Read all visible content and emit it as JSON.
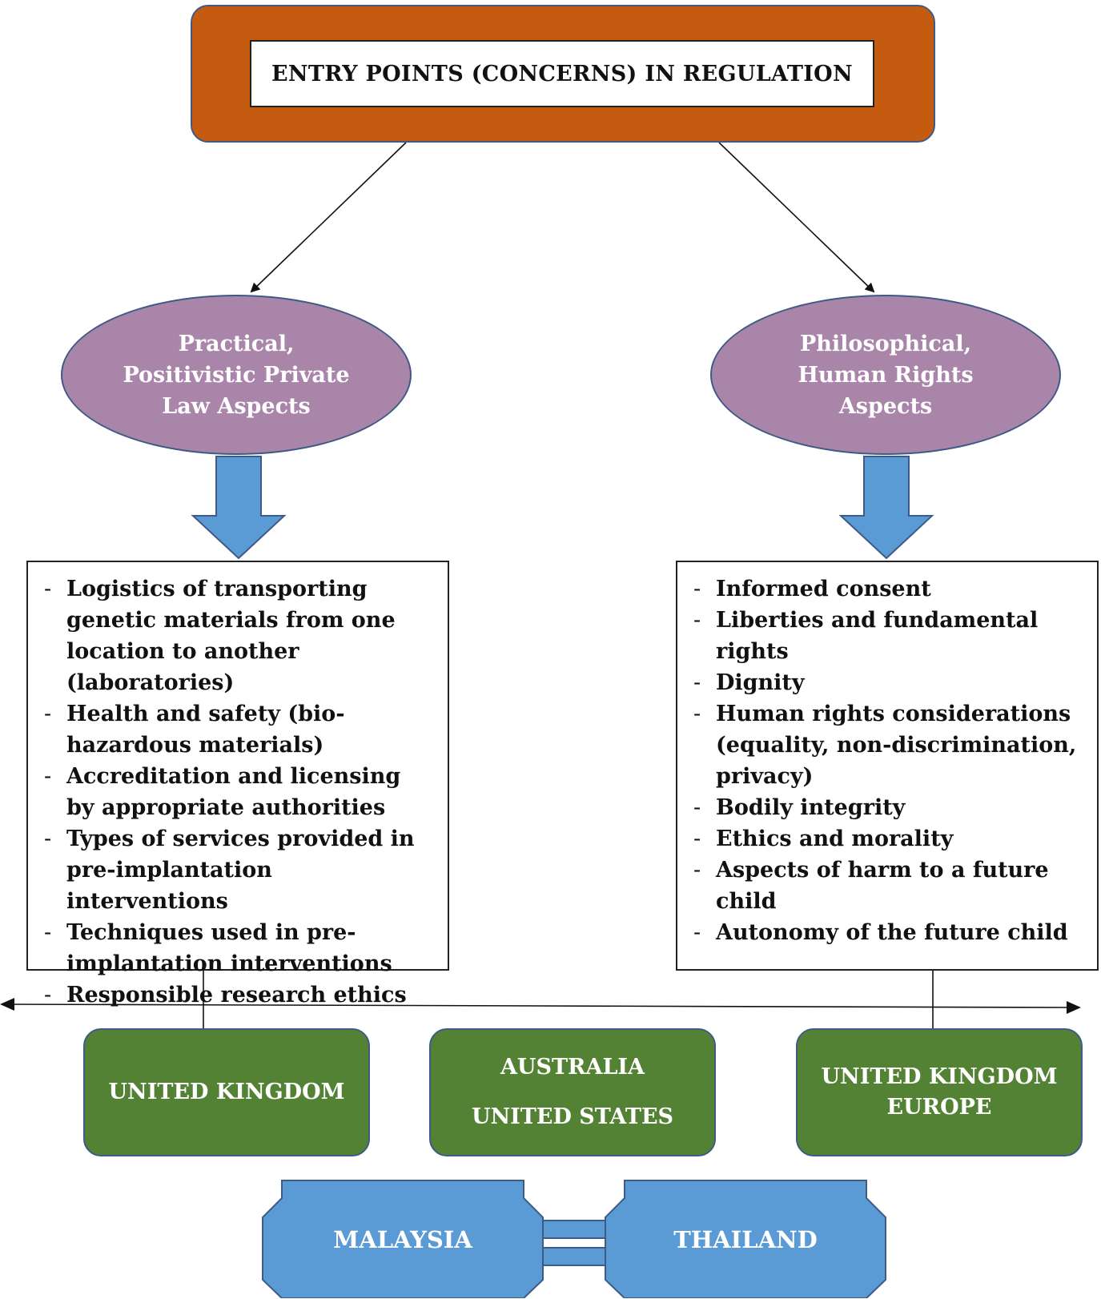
{
  "header": {
    "title": "ENTRY POINTS (CONCERNS) IN REGULATION"
  },
  "left": {
    "heading": [
      "Practical,",
      "Positivistic Private",
      "Law Aspects"
    ],
    "items": [
      "Logistics of transporting genetic materials from one location to another (laboratories)",
      "Health and safety (bio-hazardous materials)",
      "Accreditation and licensing by appropriate authorities",
      "Types of services provided in pre-implantation interventions",
      "Techniques used in pre-implantation interventions",
      "Responsible research ethics"
    ]
  },
  "right": {
    "heading": [
      "Philosophical,",
      "Human Rights",
      "Aspects"
    ],
    "items": [
      "Informed consent",
      "Liberties and fundamental rights",
      "Dignity",
      "Human rights considerations (equality, non-discrimination, privacy)",
      "Bodily integrity",
      "Ethics and morality",
      "Aspects of harm to a future child",
      "Autonomy of the future child"
    ]
  },
  "countries": {
    "box1": [
      "UNITED KINGDOM"
    ],
    "box2": [
      "AUSTRALIA",
      "UNITED STATES"
    ],
    "box3": [
      "UNITED KINGDOM",
      "EUROPE"
    ]
  },
  "bottom": {
    "left": "MALAYSIA",
    "right": "THAILAND"
  },
  "colors": {
    "header": "#c55a11",
    "ellipse": "#a986a9",
    "arrow": "#5b9bd5",
    "country": "#548235",
    "ticket": "#5b9bd5",
    "border": "#3f5a86"
  }
}
